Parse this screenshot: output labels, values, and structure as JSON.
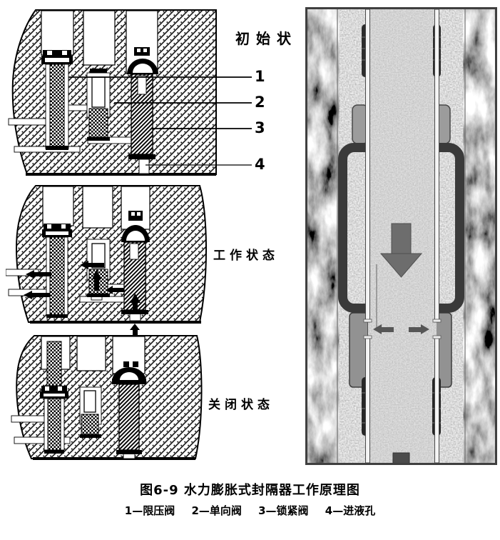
{
  "figure": {
    "caption": "图6-9 水力膨胀式封隔器工作原理图",
    "legend_items": [
      "1—限压阀",
      "2—单向阀",
      "3—锁紧阀",
      "4—进液孔"
    ]
  },
  "states": {
    "initial": "初始状",
    "working": "工作状态",
    "closed": "关闭状态"
  },
  "callouts": {
    "n1": "1",
    "n2": "2",
    "n3": "3",
    "n4": "4"
  },
  "colors": {
    "ink": "#000000",
    "paper": "#ffffff",
    "packer_steel": "#3a3a3a",
    "formation_gray": "#b0b0b0",
    "fluid_gray": "#a4a4a4",
    "arrow_gray": "#6d6d6d",
    "casing_white": "#f4f4f4"
  }
}
